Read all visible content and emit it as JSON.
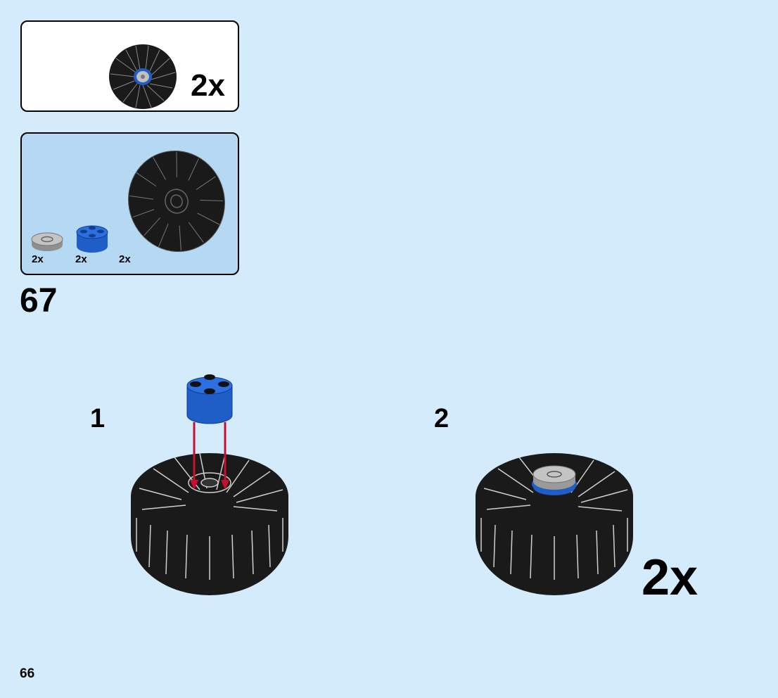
{
  "page_number": "66",
  "step_number": "67",
  "subassembly": {
    "multiplier": "2x"
  },
  "parts_list": {
    "items": [
      {
        "part": "gray-round-tile-2x2-with-hole",
        "qty": "2x"
      },
      {
        "part": "blue-round-brick-2x2",
        "qty": "2x"
      },
      {
        "part": "black-wheel-tire",
        "qty": "2x"
      }
    ]
  },
  "substeps": [
    {
      "number": "1"
    },
    {
      "number": "2",
      "multiplier": "2x"
    }
  ],
  "colors": {
    "background": "#d4ebfb",
    "parts_panel": "#b5d8f3",
    "tire": "#1a1a1a",
    "brick_blue": "#1f5ec7",
    "tile_gray": "#b8b8b8",
    "arrow_red": "#c8102e"
  }
}
